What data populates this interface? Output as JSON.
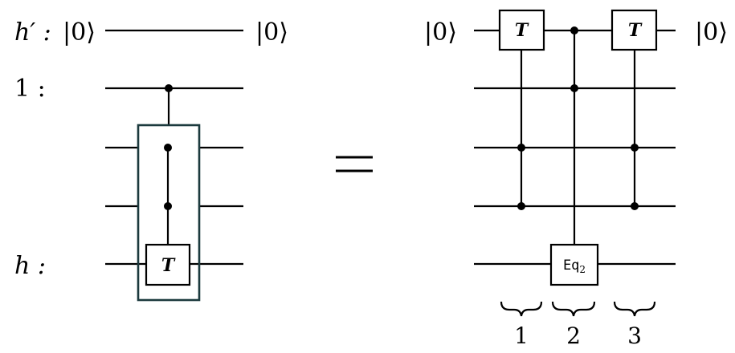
{
  "left": {
    "labels": {
      "h_prime": "h′ :",
      "ket_in": "|0⟩",
      "ket_out": "|0⟩",
      "one": "1 :",
      "h": "h :"
    },
    "gate_T": "T"
  },
  "equals": "=",
  "right": {
    "ket_in": "|0⟩",
    "ket_out": "|0⟩",
    "gate_T1": "T",
    "gate_T2": "T",
    "gate_eq": "Eq",
    "gate_eq_sub": "2",
    "steps": [
      "1",
      "2",
      "3"
    ]
  }
}
